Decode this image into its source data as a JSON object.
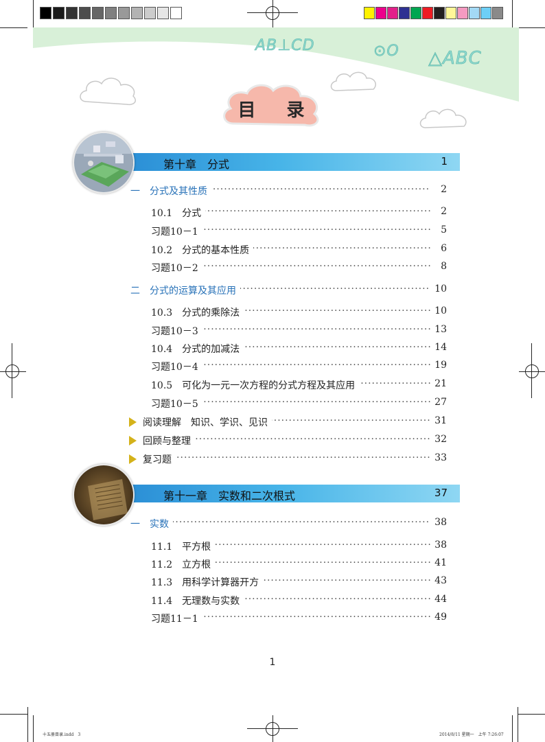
{
  "header": {
    "title": "目 录",
    "decorations": [
      "AB⊥CD",
      "⊙O",
      "△ABC"
    ]
  },
  "colors": {
    "band": "#d8f0d8",
    "chapter_bar_start": "#2b8fd6",
    "chapter_bar_end": "#8fd7f3",
    "section_text": "#2872b8",
    "triangle_bullet": "#d4b21a",
    "title_cloud": "#f6b8ab"
  },
  "swatches_gray": [
    "#000000",
    "#1a1a1a",
    "#333333",
    "#4d4d4d",
    "#666666",
    "#808080",
    "#999999",
    "#b3b3b3",
    "#cccccc",
    "#e6e6e6",
    "#ffffff"
  ],
  "swatches_color": [
    "#fff200",
    "#ec008c",
    "#e2208a",
    "#2e3192",
    "#00a651",
    "#ed1c24",
    "#231f20",
    "#fff799",
    "#f49ac1",
    "#a3d9f5",
    "#6dcff6",
    "#8a8a8a"
  ],
  "chapters": [
    {
      "title": "第十章　分式",
      "page": "1",
      "photo_icon": "circuit-board-photo"
    },
    {
      "title": "第十一章　实数和二次根式",
      "page": "37",
      "photo_icon": "ancient-inscription-photo"
    }
  ],
  "entries_ch10": [
    {
      "label": "一　分式及其性质",
      "page": "2"
    },
    {
      "label": "10.1　分式",
      "page": "2"
    },
    {
      "label": "习题10－1",
      "page": "5"
    },
    {
      "label": "10.2　分式的基本性质",
      "page": "6"
    },
    {
      "label": "习题10－2",
      "page": "8"
    },
    {
      "label": "二　分式的运算及其应用",
      "page": "10"
    },
    {
      "label": "10.3　分式的乘除法",
      "page": "10"
    },
    {
      "label": "习题10－3",
      "page": "13"
    },
    {
      "label": "10.4　分式的加减法",
      "page": "14"
    },
    {
      "label": "习题10－4",
      "page": "19"
    },
    {
      "label": "10.5　可化为一元一次方程的分式方程及其应用",
      "page": "21"
    },
    {
      "label": "习题10－5",
      "page": "27"
    },
    {
      "label": "阅读理解　知识、学识、见识",
      "page": "31"
    },
    {
      "label": "回顾与整理",
      "page": "32"
    },
    {
      "label": "复习题",
      "page": "33"
    }
  ],
  "entries_ch11": [
    {
      "label": "一　实数",
      "page": "38"
    },
    {
      "label": "11.1　平方根",
      "page": "38"
    },
    {
      "label": "11.2　立方根",
      "page": "41"
    },
    {
      "label": "11.3　用科学计算器开方",
      "page": "43"
    },
    {
      "label": "11.4　无理数与实数",
      "page": "44"
    },
    {
      "label": "习题11－1",
      "page": "49"
    }
  ],
  "dots": "··································································································",
  "footer": {
    "page_number": "1",
    "slug_left": "十五册目录.indd　3",
    "slug_right": "2014/8/11 星期一　上午 7:26:07"
  }
}
